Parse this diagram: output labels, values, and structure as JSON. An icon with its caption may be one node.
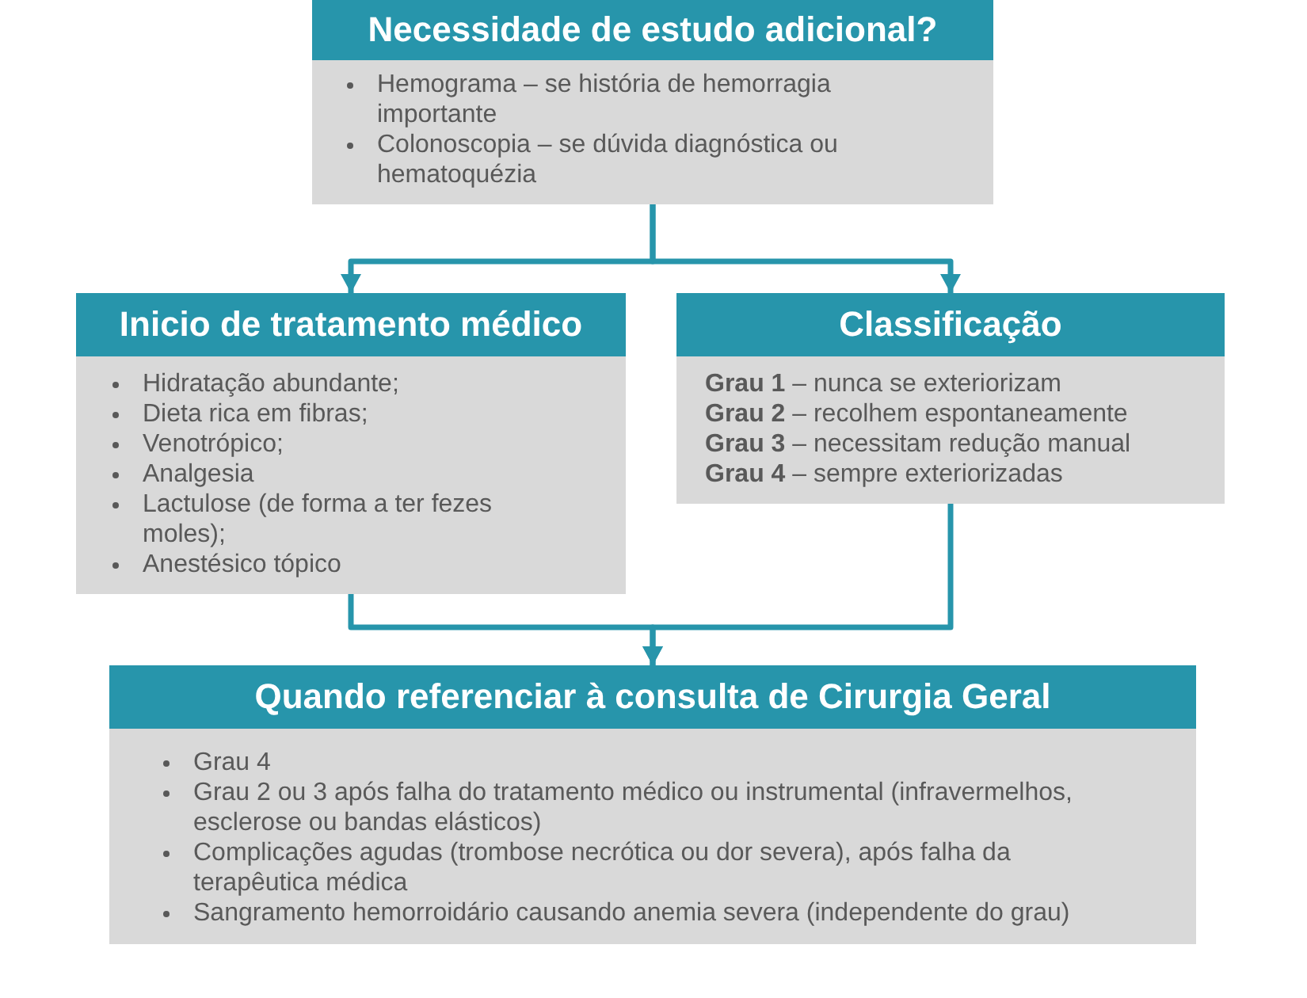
{
  "diagram": {
    "nodes": [
      {
        "text": [
          "Necessidade de estudo adicional?",
          "Hemograma – se história de hemorragia importante",
          "Colonoscopia – se dúvida diagnóstica ou hematoquézia"
        ]
      },
      {
        "text": [
          "Inicio de tratamento médico",
          "Hidratação abundante;",
          "Dieta rica em fibras;",
          "Venotrópico;",
          "Analgesia",
          "Lactulose (de forma a ter fezes moles);",
          "Anestésico tópico"
        ]
      },
      {
        "text": [
          "Classificação",
          "**Grau 1** – nunca se exteriorizam",
          "**Grau 2** – recolhem espontaneamente",
          "**Grau 3** – necessitam redução manual",
          "**Grau 4** – sempre exteriorizadas"
        ]
      },
      {
        "text": [
          "Quando referenciar à consulta de Cirurgia Geral",
          "Grau 4",
          "Grau 2 ou 3 após falha do tratamento médico ou instrumental (infravermelhos, esclerose ou bandas elásticos)",
          "Complicações agudas (trombose necrótica ou dor severa), após falha da terapêutica médica",
          "Sangramento hemorroidário causando anemia severa (independente do grau)"
        ]
      }
    ],
    "edges": [
      {
        "from": 0,
        "to": 1,
        "arrow": "to"
      },
      {
        "from": 0,
        "to": 2,
        "arrow": "to"
      },
      {
        "from": 1,
        "to": 3,
        "arrow": "to"
      },
      {
        "from": 2,
        "to": 3,
        "arrow": "to"
      }
    ]
  }
}
